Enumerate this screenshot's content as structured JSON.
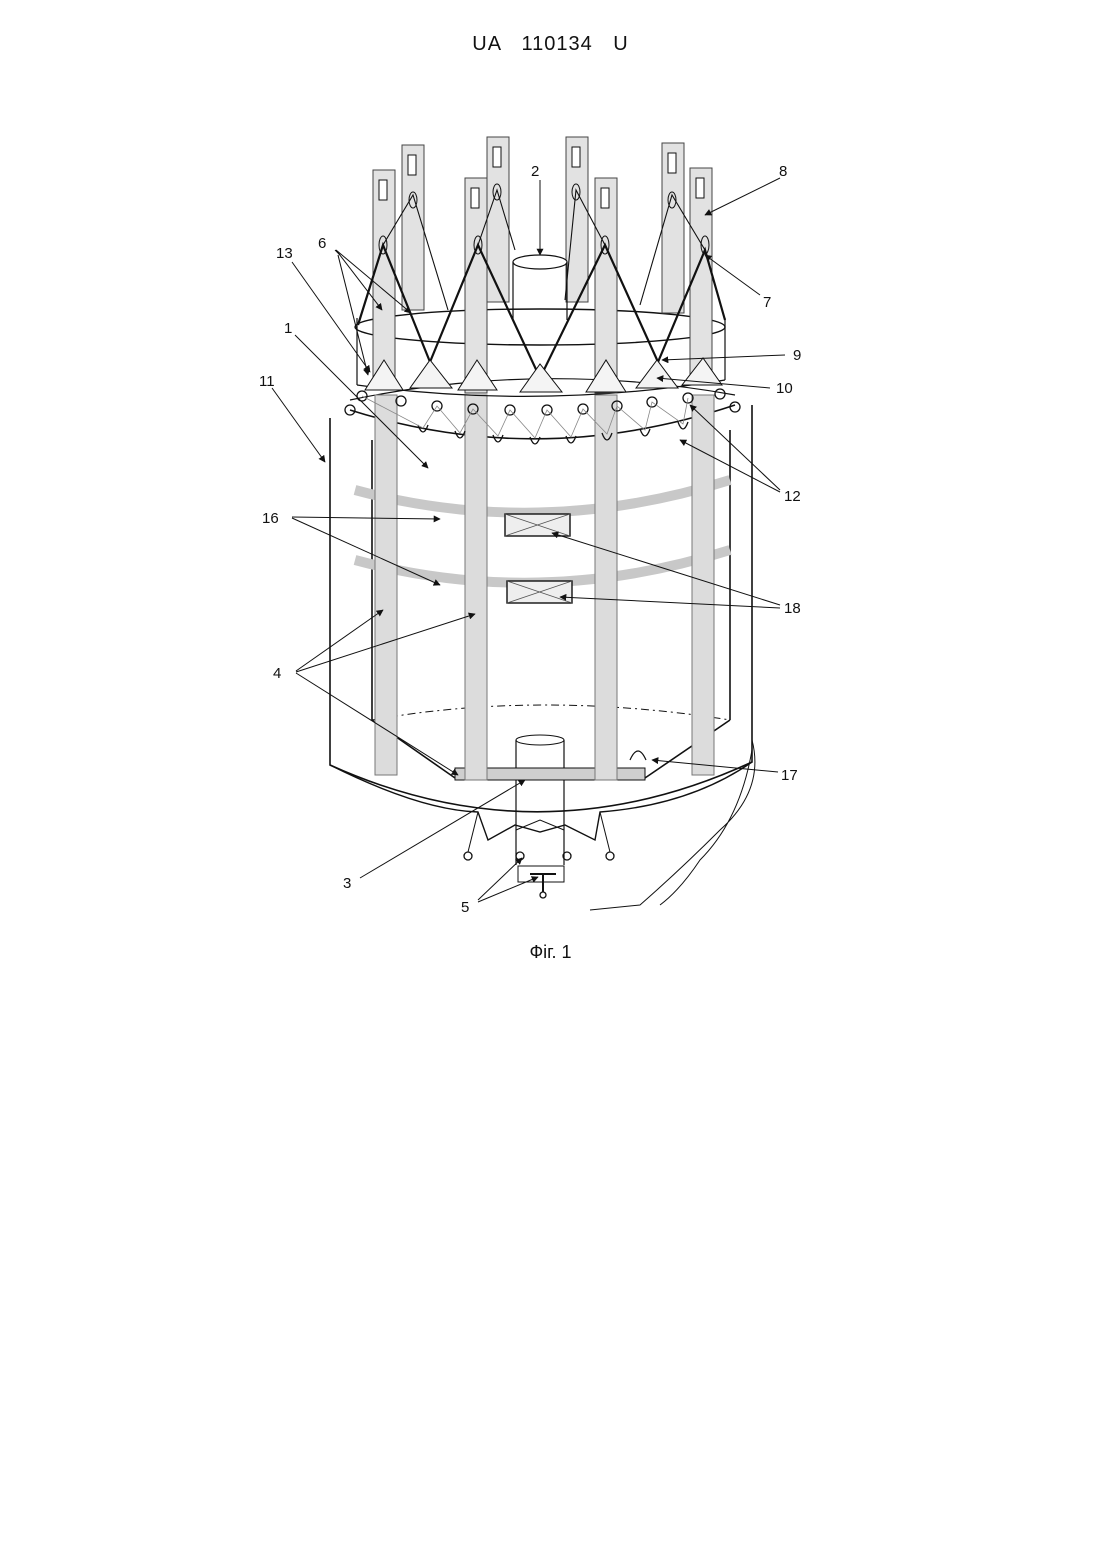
{
  "document": {
    "header": "UA 110134 U",
    "caption": "Фіг. 1"
  },
  "figure": {
    "callouts": [
      "1",
      "2",
      "3",
      "4",
      "5",
      "6",
      "7",
      "8",
      "9",
      "10",
      "11",
      "12",
      "13",
      "16",
      "17",
      "18"
    ]
  },
  "colors": {
    "ink": "#111111",
    "strap": "#d9d9d9",
    "band": "#c8c8c8"
  }
}
